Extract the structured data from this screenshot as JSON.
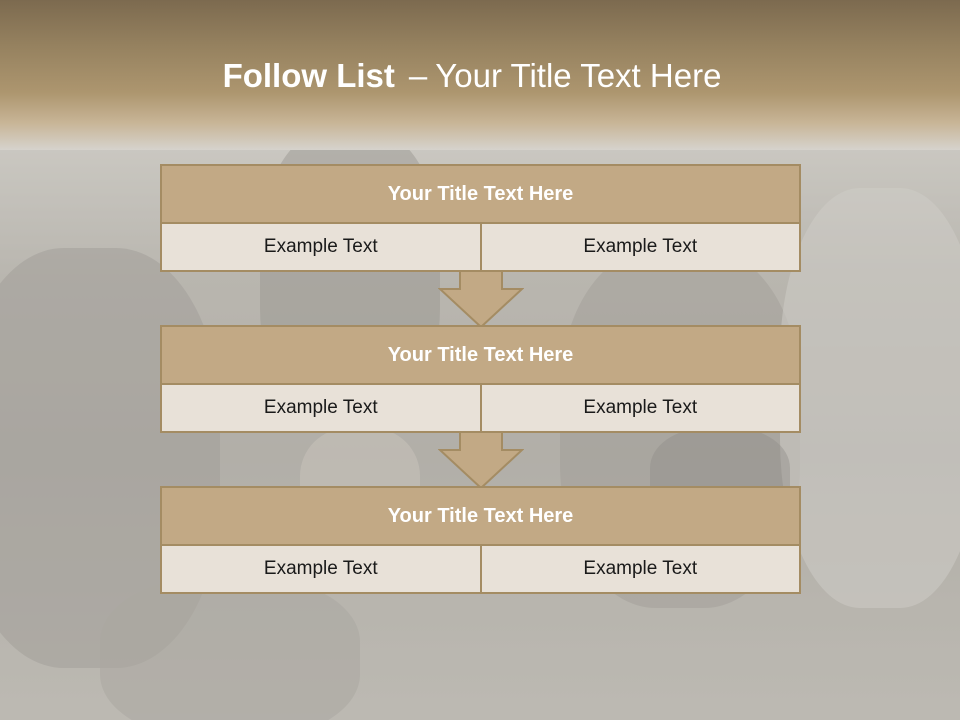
{
  "slide": {
    "title_bold": "Follow List",
    "title_dash": "–",
    "title_rest": "Your Title Text Here"
  },
  "blocks": [
    {
      "title": "Your Title Text Here",
      "left": "Example Text",
      "right": "Example Text"
    },
    {
      "title": "Your Title Text Here",
      "left": "Example Text",
      "right": "Example Text"
    },
    {
      "title": "Your Title Text Here",
      "left": "Example Text",
      "right": "Example Text"
    }
  ],
  "colors": {
    "header_brown": "#95815f",
    "block_head": "#c2a985",
    "block_border": "#a48c63",
    "cell_bg": "#e8e1d8",
    "arrow_fill": "#c2a985"
  },
  "icons": [
    "down-arrow-icon",
    "down-arrow-icon"
  ]
}
